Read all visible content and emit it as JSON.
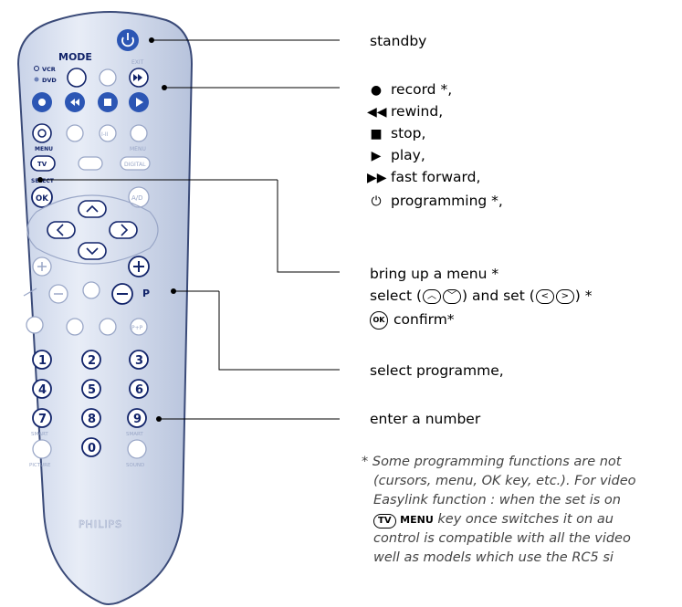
{
  "remote": {
    "mode": "MODE",
    "vcr": "VCR",
    "dvd": "DVD",
    "exit": "EXIT",
    "menu_left": "MENU",
    "menu_right": "MENU",
    "tv": "TV",
    "digital": "DIGITAL",
    "select": "SELECT",
    "ok": "OK",
    "ad": "A/D",
    "p": "P",
    "ipp": "I-II",
    "pp": "P+P",
    "smart_left": "SMART",
    "smart_right": "SMART",
    "picture": "PICTURE",
    "sound": "SOUND",
    "brand": "PHILIPS",
    "digits": [
      "1",
      "2",
      "3",
      "4",
      "5",
      "6",
      "7",
      "8",
      "9",
      "0"
    ]
  },
  "labels": {
    "standby": "standby",
    "record": "record *,",
    "rewind": "rewind,",
    "stop": "stop,",
    "play": "play,",
    "ffwd": "fast forward,",
    "programming": "programming *,",
    "menu": "bring up a menu *",
    "select_a": "select (",
    "select_b": ") and set (",
    "select_c": ") *",
    "ok_chip": "OK",
    "confirm": "confirm*",
    "programme": "select programme,",
    "number": "enter a number"
  },
  "footnote": {
    "line1": "* Some programming functions are not",
    "line2": "(cursors, menu, OK key, etc.). For video",
    "line3": "Easylink function : when the set is on",
    "line4_chip": "TV",
    "line4_menu": "MENU",
    "line4_text": "key once switches it on au",
    "line5": "control is compatible with all the video",
    "line6": "well as models which use the RC5 si"
  },
  "icons": [
    "standby-icon",
    "record-icon",
    "rewind-icon",
    "stop-icon",
    "play-icon",
    "fast-forward-icon",
    "programming-icon",
    "cursor-up-icon",
    "cursor-down-icon",
    "cursor-left-icon",
    "cursor-right-icon",
    "ok-icon"
  ]
}
